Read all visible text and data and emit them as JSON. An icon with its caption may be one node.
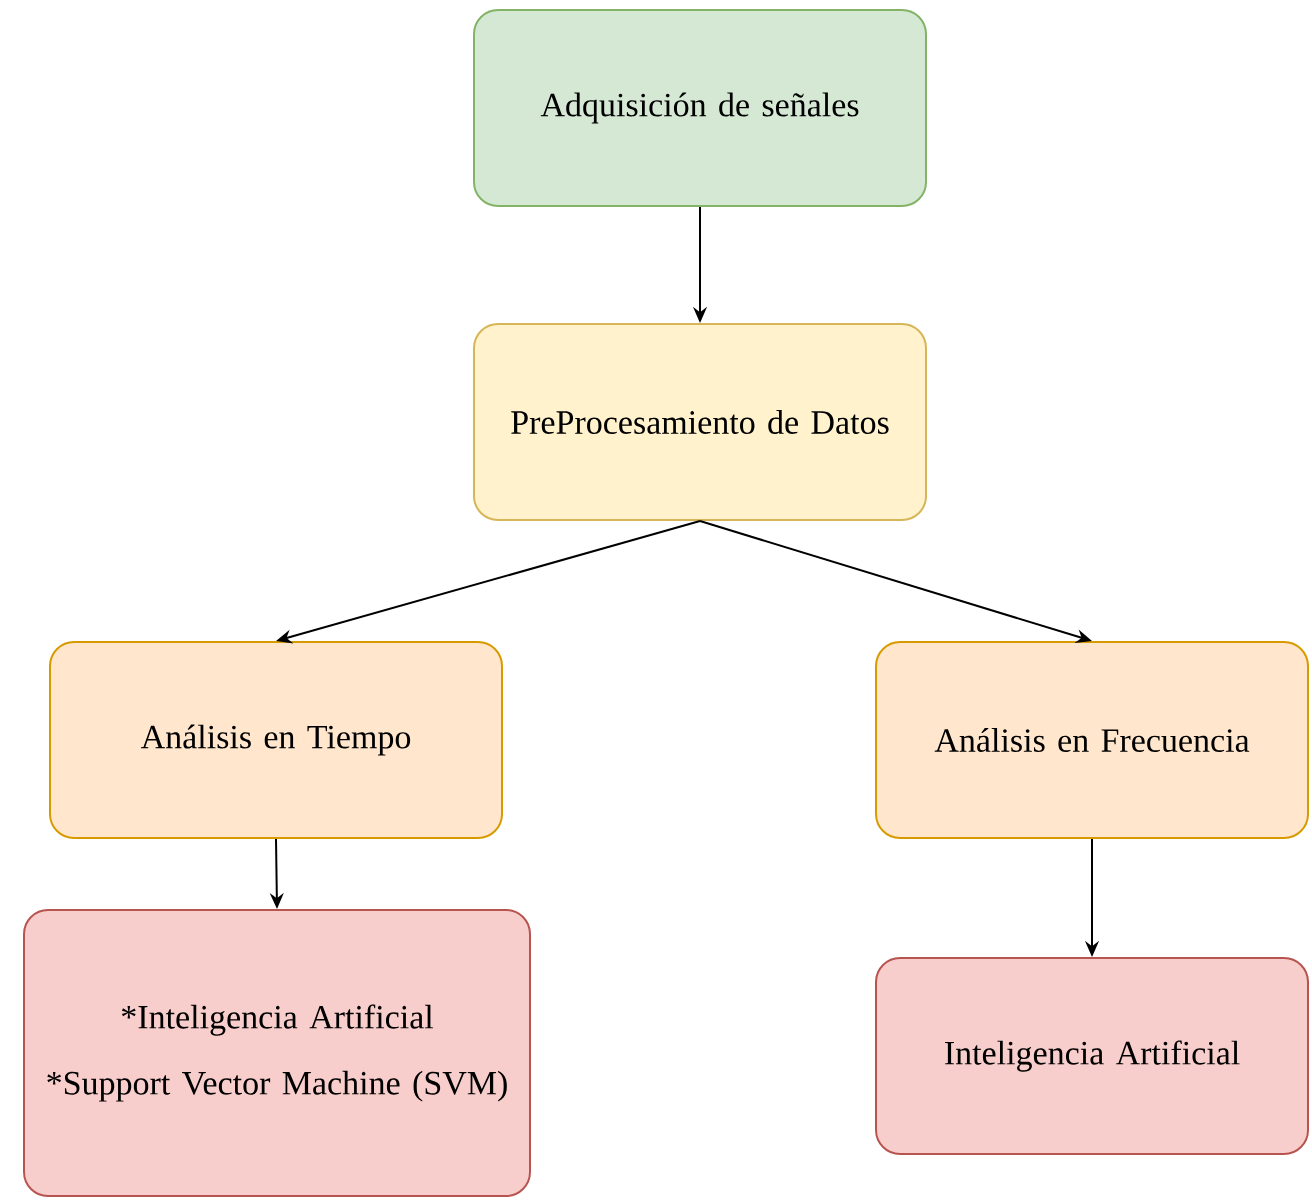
{
  "diagram": {
    "nodes": [
      {
        "text": [
          "Adquisición de señales"
        ]
      },
      {
        "text": [
          "PreProcesamiento de Datos"
        ]
      },
      {
        "text": [
          "Análisis en Tiempo"
        ]
      },
      {
        "text": [
          "Análisis en Frecuencia"
        ]
      },
      {
        "text": [
          "*Inteligencia Artificial",
          "*Support Vector Machine (SVM)"
        ]
      },
      {
        "text": [
          "Inteligencia Artificial"
        ]
      }
    ],
    "edges": [
      {
        "from": 0,
        "to": 1,
        "arrow": "to"
      },
      {
        "from": 1,
        "to": 2,
        "arrow": "to"
      },
      {
        "from": 1,
        "to": 3,
        "arrow": "to"
      },
      {
        "from": 2,
        "to": 4,
        "arrow": "to"
      },
      {
        "from": 3,
        "to": 5,
        "arrow": "to"
      }
    ]
  }
}
